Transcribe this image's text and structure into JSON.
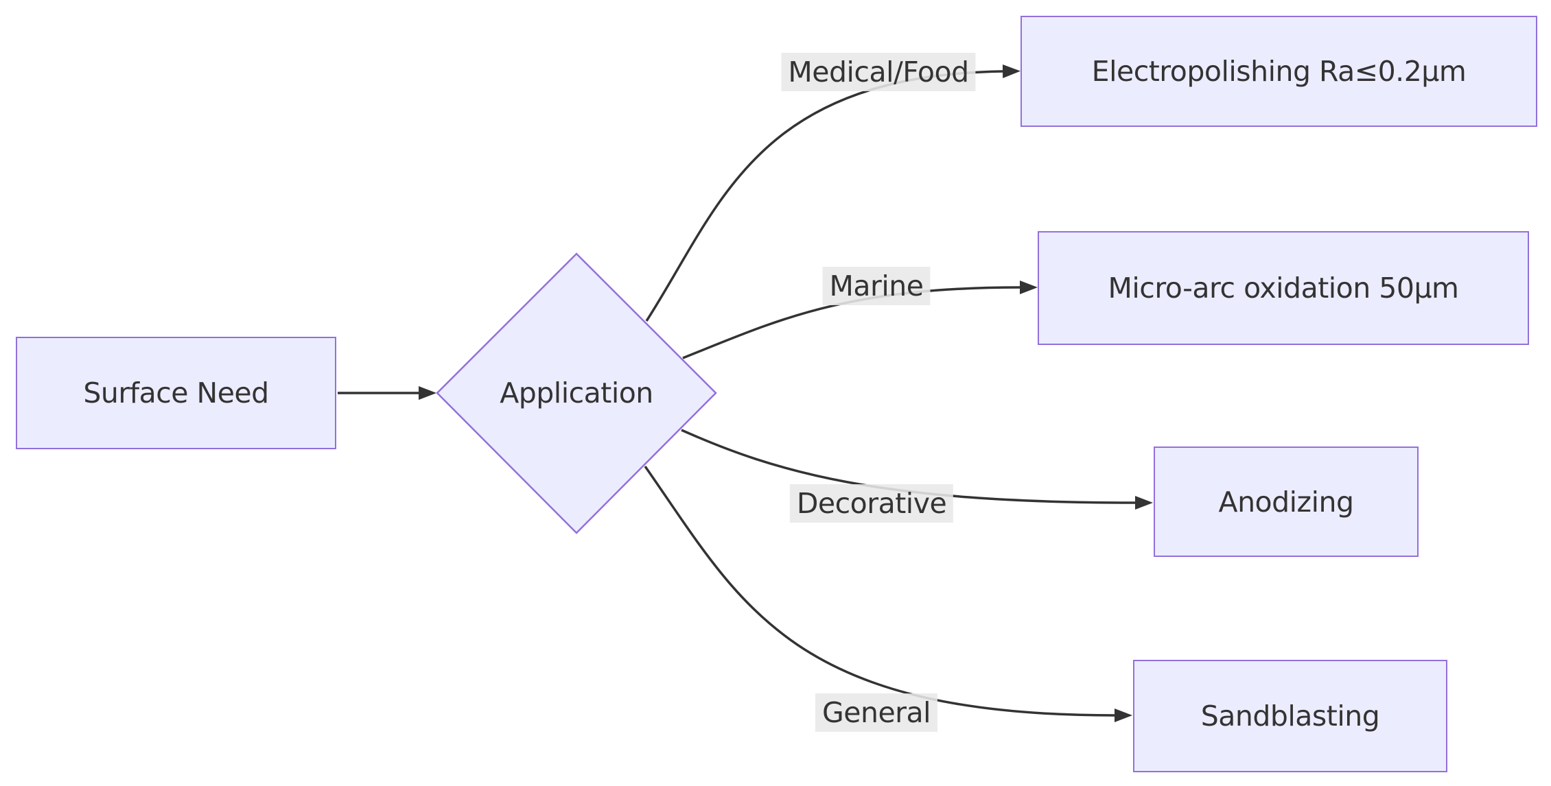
{
  "diagram": {
    "type": "flowchart",
    "direction": "left-to-right",
    "colors": {
      "canvas-bg": "#ffffff",
      "node-fill": "#ECECFF",
      "node-border": "#9370DB",
      "edge-stroke": "#333333",
      "edge-label-bg": "rgba(232,232,232,0.88)",
      "text-color": "#333333"
    },
    "nodes": {
      "surface_need": {
        "label": "Surface Need",
        "shape": "rectangle"
      },
      "application": {
        "label": "Application",
        "shape": "diamond"
      },
      "electropolishing": {
        "label": "Electropolishing Ra≤0.2μm",
        "shape": "rectangle"
      },
      "micro_arc": {
        "label": "Micro-arc oxidation 50μm",
        "shape": "rectangle"
      },
      "anodizing": {
        "label": "Anodizing",
        "shape": "rectangle"
      },
      "sandblasting": {
        "label": "Sandblasting",
        "shape": "rectangle"
      }
    },
    "edges": [
      {
        "from": "surface_need",
        "to": "application",
        "label": ""
      },
      {
        "from": "application",
        "to": "electropolishing",
        "label": "Medical/Food"
      },
      {
        "from": "application",
        "to": "micro_arc",
        "label": "Marine"
      },
      {
        "from": "application",
        "to": "anodizing",
        "label": "Decorative"
      },
      {
        "from": "application",
        "to": "sandblasting",
        "label": "General"
      }
    ]
  }
}
